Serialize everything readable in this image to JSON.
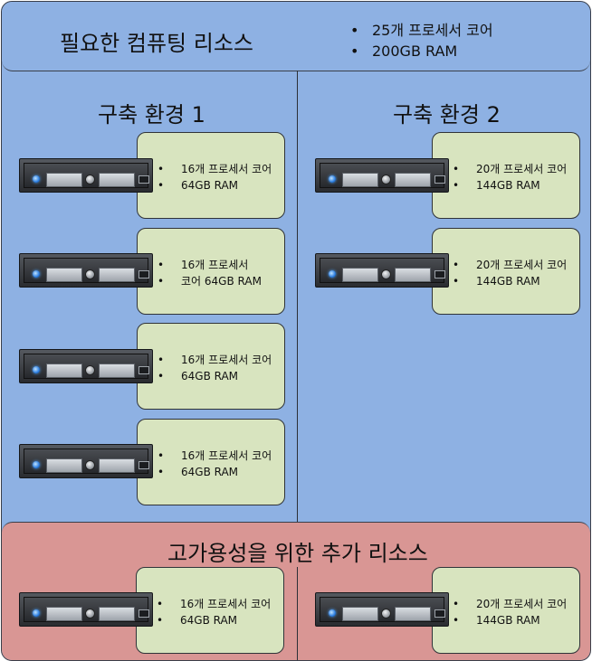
{
  "header": {
    "title": "필요한 컴퓨팅 리소스",
    "requirements": [
      "25개 프로세서 코어",
      "200GB RAM"
    ]
  },
  "environments": [
    {
      "title": "구축 환경 1",
      "servers": [
        {
          "line1": "16개 프로세서 코어",
          "line2": "64GB RAM"
        },
        {
          "line1": "16개 프로세서",
          "line2": "코어 64GB RAM"
        },
        {
          "line1": "16개 프로세서 코어",
          "line2": "64GB RAM"
        },
        {
          "line1": "16개 프로세서 코어",
          "line2": "64GB RAM"
        }
      ]
    },
    {
      "title": "구축 환경 2",
      "servers": [
        {
          "line1": "20개 프로세서 코어",
          "line2": "144GB RAM"
        },
        {
          "line1": "20개 프로세서 코어",
          "line2": "144GB RAM"
        }
      ]
    }
  ],
  "high_availability": {
    "title": "고가용성을 위한 추가 리소스",
    "servers": [
      {
        "line1": "16개 프로세서 코어",
        "line2": "64GB RAM"
      },
      {
        "line1": "20개 프로세서 코어",
        "line2": "144GB RAM"
      }
    ]
  },
  "colors": {
    "section_blue": "#8eb1e3",
    "section_red": "#d99694",
    "card_green": "#d8e4bf",
    "server_led": "#2b7de0"
  }
}
